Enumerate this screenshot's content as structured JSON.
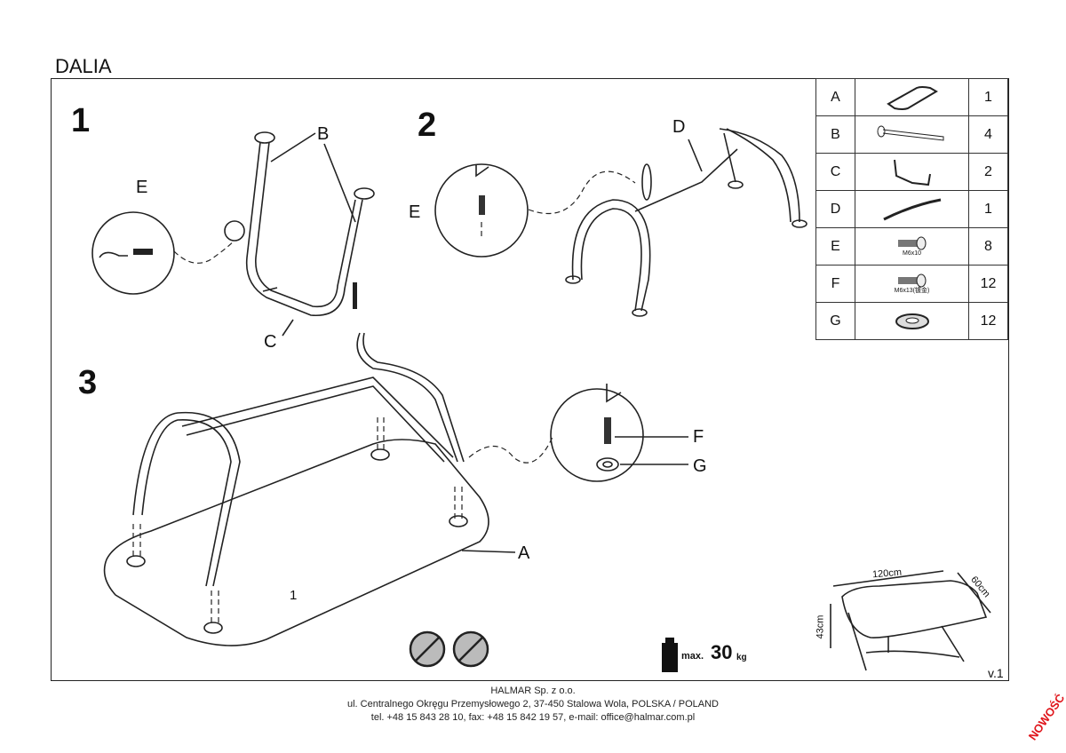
{
  "title": "DALIA",
  "steps": [
    {
      "number": "1",
      "labels": [
        "B",
        "E",
        "C"
      ]
    },
    {
      "number": "2",
      "labels": [
        "D",
        "E"
      ]
    },
    {
      "number": "3",
      "labels": [
        "F",
        "G",
        "A"
      ],
      "top_label": "1"
    }
  ],
  "parts": [
    {
      "letter": "A",
      "icon": "tabletop-icon",
      "qty": "1"
    },
    {
      "letter": "B",
      "icon": "leg-icon",
      "qty": "4"
    },
    {
      "letter": "C",
      "icon": "leg-frame-icon",
      "qty": "2"
    },
    {
      "letter": "D",
      "icon": "crossbar-icon",
      "qty": "1"
    },
    {
      "letter": "E",
      "icon": "screw-icon",
      "caption": "M6x10",
      "qty": "8"
    },
    {
      "letter": "F",
      "icon": "screw-icon",
      "caption": "M6x13(镀金)",
      "qty": "12"
    },
    {
      "letter": "G",
      "icon": "washer-icon",
      "qty": "12"
    }
  ],
  "dimensions": {
    "length": "120cm",
    "width": "60cm",
    "height": "43cm",
    "version": "v.1"
  },
  "max_load": {
    "prefix": "max.",
    "value": "30",
    "unit": "kg"
  },
  "footer": {
    "company": "HALMAR Sp. z o.o.",
    "address": "ul. Centralnego Okręgu Przemysłowego 2, 37-450 Stalowa Wola, POLSKA / POLAND",
    "contact": "tel. +48 15 843 28 10, fax: +48 15 842 19 57, e-mail: office@halmar.com.pl"
  },
  "badge": "NOWOŚĆ"
}
